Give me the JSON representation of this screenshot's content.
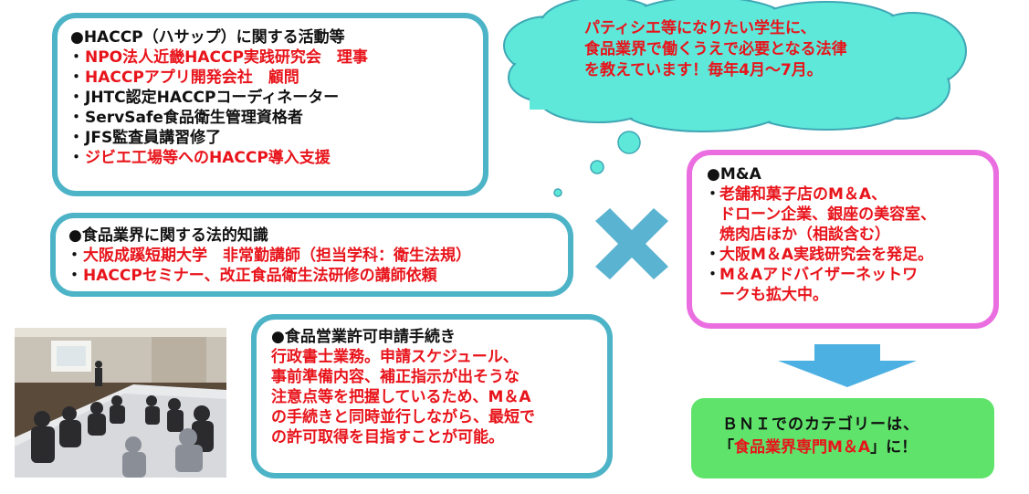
{
  "haccp": {
    "heading": "●HACCP（ハサップ）に関する活動等",
    "items": [
      "NPO法人近畿HACCP実践研究会　理事",
      "HACCPアプリ開発会社　顧問",
      "JHTC認定HACCPコーディネーター",
      "ServSafe食品衛生管理資格者",
      "JFS監査員講習修了",
      "ジビエ工場等へのHACCP導入支援"
    ]
  },
  "law": {
    "heading": "●食品業界に関する法的知識",
    "items": [
      "大阪成蹊短期大学　非常勤講師（担当学科：衛生法規）",
      "HACCPセミナー、改正食品衛生法研修の講師依頼"
    ]
  },
  "permit": {
    "heading": "●食品営業許可申請手続き",
    "lines": [
      "行政書士業務。申請スケジュール、",
      "事前準備内容、補正指示が出そうな",
      "注意点等を把握しているため、M＆A",
      "の手続きと同時並行しながら、最短で",
      "の許可取得を目指すことが可能。"
    ]
  },
  "cloud": {
    "lines": [
      "パティシエ等になりたい学生に、",
      "食品業界で働くうえで必要となる法律",
      "を教えています！毎年4月～7月。"
    ]
  },
  "ma": {
    "heading": "●M&A",
    "items": [
      [
        "老舗和菓子店のM＆A、",
        "ドローン企業、銀座の美容室、",
        "焼肉店ほか（相談含む）"
      ],
      [
        "大阪M＆A実践研究会を発足。"
      ],
      [
        "M＆Aアドバイザーネットワ",
        "ークも拡大中。"
      ]
    ]
  },
  "bni": {
    "line1": "ＢＮＩでのカテゴリーは、",
    "line2_open": "「",
    "line2_highlight": "食品業界専門M＆A",
    "line2_close": "」に！"
  },
  "colors": {
    "teal_border": "#4db3c7",
    "pink_border": "#ea6ee0",
    "red_text": "#e8141b",
    "cloud_fill": "#5ee8d9",
    "cross_fill": "#5ab3d1",
    "arrow_fill": "#4db0e2",
    "bni_fill": "#5fe36b"
  }
}
